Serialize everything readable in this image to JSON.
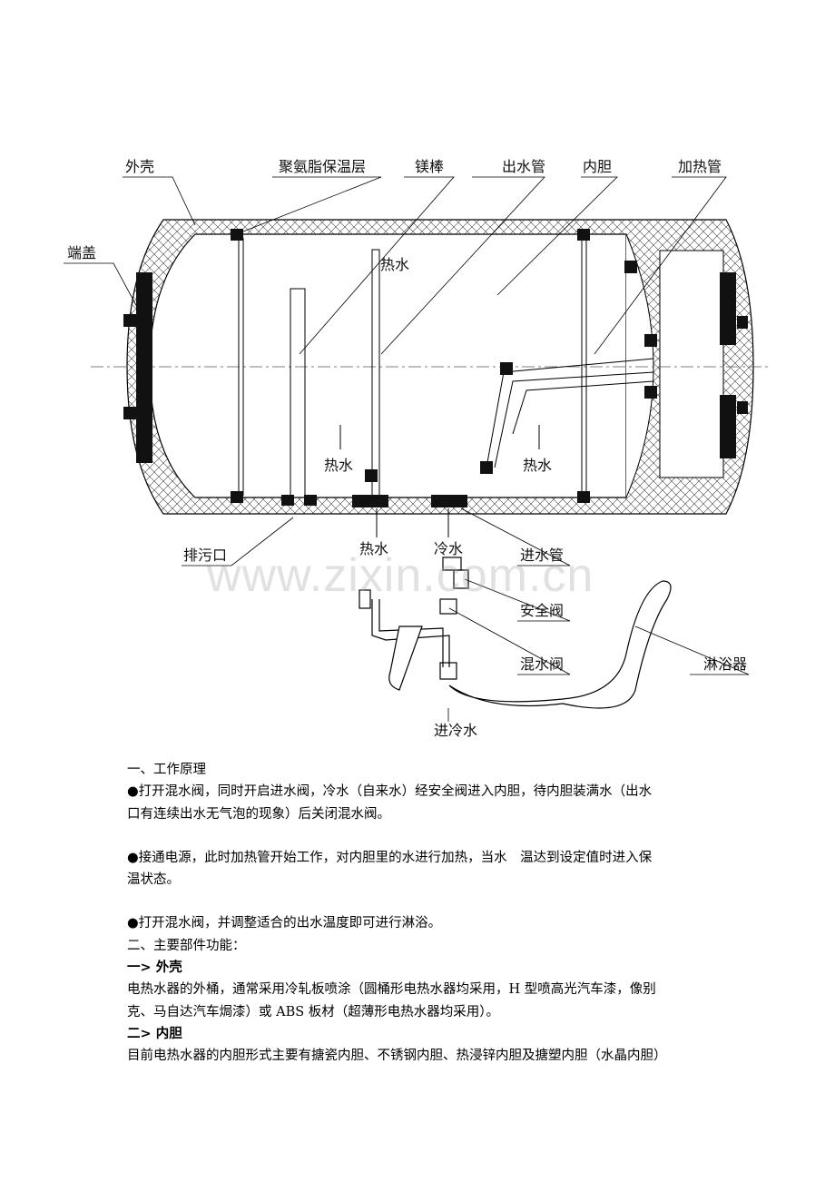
{
  "diagram": {
    "labels": {
      "shell": "外壳",
      "insulation": "聚氨脂保温层",
      "magnesium_rod": "镁棒",
      "outlet_pipe": "出水管",
      "inner_tank": "内胆",
      "heater": "加热管",
      "end_cap": "端盖",
      "hot_water_top": "热水",
      "hot_water_left": "热水",
      "hot_water_right": "热水",
      "drain": "排污口",
      "hot_water_out": "热水",
      "cold_water": "冷水",
      "inlet_pipe": "进水管",
      "safety_valve": "安全阀",
      "mixing_valve": "混水阀",
      "shower": "淋浴器",
      "cold_inlet": "进冷水"
    },
    "watermark": "www.zixin.com.cn"
  },
  "document": {
    "lines": [
      "一、工作原理",
      "●打开混水阀，同时开启进水阀，冷水（自来水）经安全阀进入内胆，待内胆装满水（出水",
      "口有连续出水无气泡的现象）后关闭混水阀。",
      "●接通电源，此时加热管开始工作，对内胆里的水进行加热，当水　温达到设定值时进入保",
      "温状态。",
      "●打开混水阀，并调整适合的出水温度即可进行淋浴。",
      "二、主要部件功能：",
      "一> 外壳",
      "电热水器的外桶，通常采用冷轧板喷涂（圆桶形电热水器均采用，H 型喷高光汽车漆，像别",
      "克、马自达汽车焗漆）或 ABS 板材（超薄形电热水器均采用）。",
      "二> 内胆",
      "目前电热水器的内胆形式主要有搪瓷内胆、不锈钢内胆、热浸锌内胆及搪塑内胆（水晶内胆）"
    ]
  }
}
